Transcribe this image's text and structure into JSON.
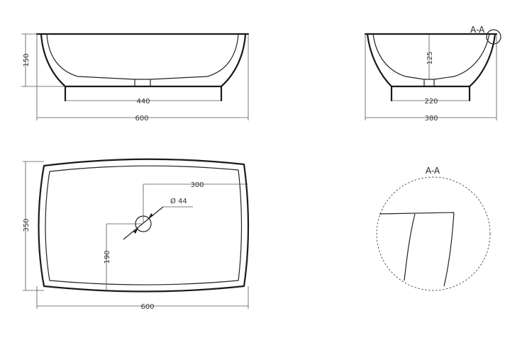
{
  "front_view": {
    "height_label": "150",
    "bottom_label": "440",
    "width_label": "600"
  },
  "side_view": {
    "section_label": "A-A",
    "depth_label": "125",
    "bottom_label": "220",
    "width_label": "380"
  },
  "top_view": {
    "drain_offset_label": "300",
    "drain_diameter_label": "Ø 44",
    "drain_height_label": "190",
    "depth_label": "350",
    "width_label": "600"
  },
  "detail_view": {
    "title": "A-A"
  }
}
